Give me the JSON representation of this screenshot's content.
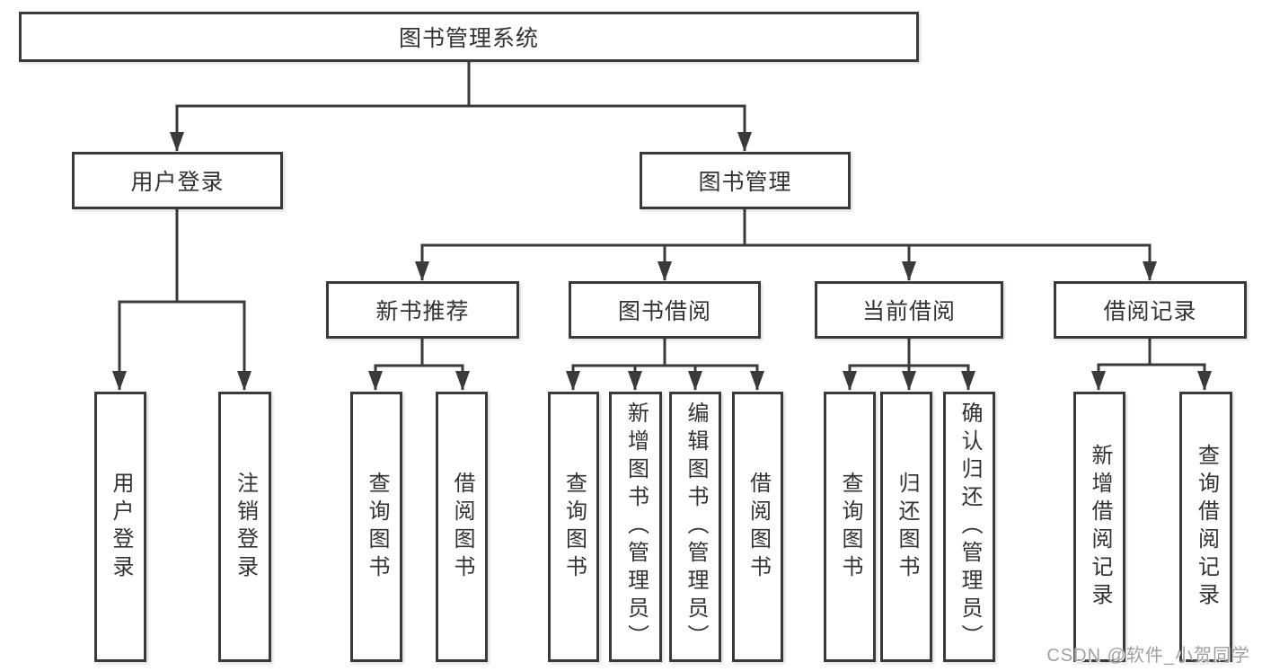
{
  "colors": {
    "line": "#3a3a3a",
    "text": "#333333",
    "box_bg": "#ffffff",
    "page_bg": "#ffffff",
    "watermark": "#a0a0a0"
  },
  "nodes": {
    "root": "图书管理系统",
    "user_login": "用户登录",
    "book_mgmt": "图书管理",
    "new_book_rec": "新书推荐",
    "book_borrow": "图书借阅",
    "current_borrow": "当前借阅",
    "borrow_records": "借阅记录",
    "leaf_user_login": "用户登录",
    "leaf_logout": "注销登录",
    "leaf_query_book_rec": "查询图书",
    "leaf_borrow_book_rec": "借阅图书",
    "leaf_query_book_borrow": "查询图书",
    "leaf_add_book_admin": "新增图书（管理员）",
    "leaf_edit_book_admin": "编辑图书（管理员）",
    "leaf_borrow_book_borrow": "借阅图书",
    "leaf_query_book_current": "查询图书",
    "leaf_return_book": "归还图书",
    "leaf_confirm_return_admin": "确认归还（管理员）",
    "leaf_add_borrow_record": "新增借阅记录",
    "leaf_query_borrow_record": "查询借阅记录"
  },
  "watermark": "CSDN @软件_小贺同学"
}
